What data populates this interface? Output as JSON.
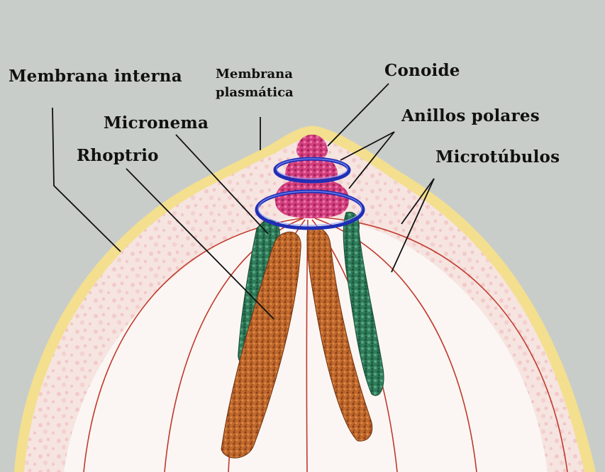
{
  "labels": {
    "membrana_interna": "Membrana interna",
    "membrana_plasmatica_1": "Membrana",
    "membrana_plasmatica_2": "plasmática",
    "conoide": "Conoide",
    "anillos_polares": "Anillos polares",
    "micronema": "Micronema",
    "rhoptrio": "Rhoptrio",
    "microtubulos": "Microtúbulos"
  },
  "colors": {
    "background": "#c9cdc9",
    "outer_membrane": "#f3df8e",
    "inner_membrane": "#f6e4e0",
    "cytoplasm": "#fbf6f3",
    "microtubule": "#c0392b",
    "conoid": "#d6337a",
    "polar_ring": "#1f2fb5",
    "rhoptry": "#b8622a",
    "microneme": "#2f7d5b"
  },
  "icons": {
    "conoid": "conoid-icon",
    "polar_rings": "polar-ring-icon",
    "rhoptry": "rhoptry-icon",
    "microneme": "microneme-icon"
  }
}
